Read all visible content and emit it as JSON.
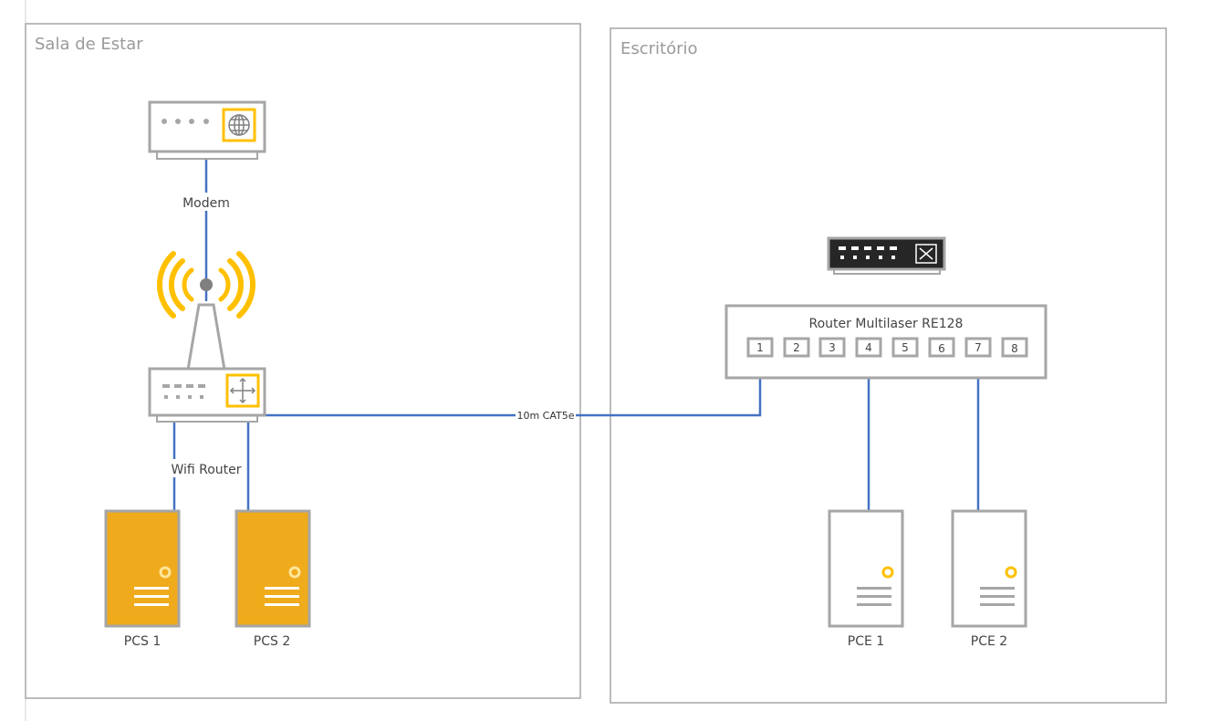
{
  "zones": {
    "living_room": "Sala de Estar",
    "office": "Escritório"
  },
  "devices": {
    "modem": "Modem",
    "wifi_router": "Wifi Router",
    "pcs1": "PCS 1",
    "pcs2": "PCS 2",
    "office_router": "Router Multilaser RE128",
    "pce1": "PCE 1",
    "pce2": "PCE 2"
  },
  "ports": [
    "1",
    "2",
    "3",
    "4",
    "5",
    "6",
    "7",
    "8"
  ],
  "cable_label": "10m CAT5e",
  "colors": {
    "link": "#4472c4",
    "accent": "#ffc000",
    "pc_fill": "#f0ab1c",
    "outline": "#a6a6a6",
    "switch_dark": "#262626"
  },
  "icons": {
    "modem": "modem-icon",
    "wifi": "wifi-signal-icon",
    "router": "router-icon",
    "switch": "network-switch-icon",
    "pc": "pc-tower-icon"
  }
}
